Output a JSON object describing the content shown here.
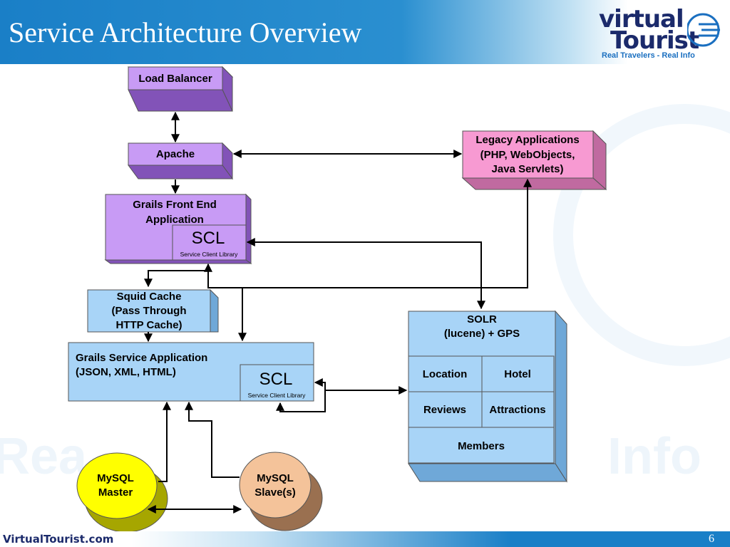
{
  "slide": {
    "title": "Service Architecture Overview",
    "page_number": "6",
    "footer_brand": "VirtualTourist.com"
  },
  "logo": {
    "line1": "virtual",
    "line2": "Tourist",
    "tagline": "Real Travelers - Real Info"
  },
  "watermark": {
    "left": "Rea",
    "right": "Info"
  },
  "nodes": {
    "load_balancer": "Load Balancer",
    "apache": "Apache",
    "legacy": [
      "Legacy Applications",
      "(PHP, WebObjects,",
      "Java Servlets)"
    ],
    "grails_front": [
      "Grails Front End",
      "Application"
    ],
    "squid": [
      "Squid Cache",
      "(Pass Through",
      "HTTP Cache)"
    ],
    "grails_service": [
      "Grails Service Application",
      "(JSON, XML, HTML)"
    ],
    "scl": "SCL",
    "scl_caption": "Service Client Library",
    "solr": [
      "SOLR",
      "(lucene) + GPS"
    ],
    "solr_cells": [
      "Location",
      "Hotel",
      "Reviews",
      "Attractions",
      "Members"
    ],
    "mysql_master": [
      "MySQL",
      "Master"
    ],
    "mysql_slave": [
      "MySQL",
      "Slave(s)"
    ]
  },
  "colors": {
    "header_blue": "#1a7fc7",
    "purple_box": "#c89bf5",
    "pink_box": "#f79ad2",
    "blue_box": "#a8d4f7",
    "yellow_db": "#ffff00",
    "tan_db": "#f4c39a"
  }
}
